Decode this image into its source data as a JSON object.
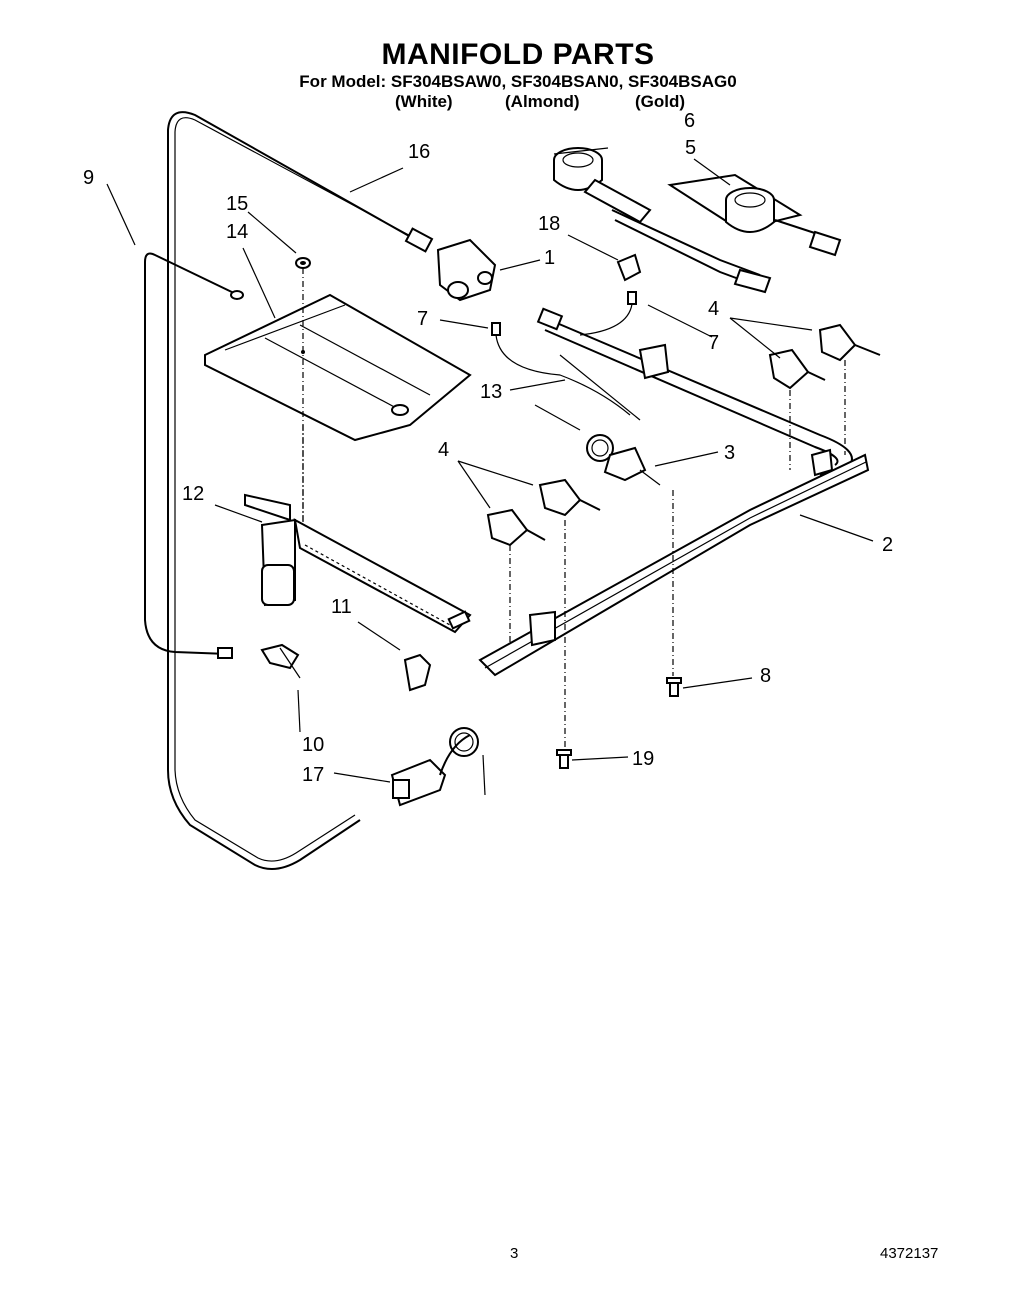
{
  "header": {
    "title": "MANIFOLD PARTS",
    "models": "For Model: SF304BSAW0, SF304BSAN0, SF304BSAG0",
    "variants": [
      "(White)",
      "(Almond)",
      "(Gold)"
    ]
  },
  "callouts": [
    "1",
    "2",
    "3",
    "4",
    "4",
    "5",
    "6",
    "7",
    "7",
    "8",
    "9",
    "10",
    "11",
    "12",
    "13",
    "14",
    "15",
    "16",
    "17",
    "18",
    "19"
  ],
  "footer": {
    "page_number": "3",
    "document_number": "4372137"
  }
}
